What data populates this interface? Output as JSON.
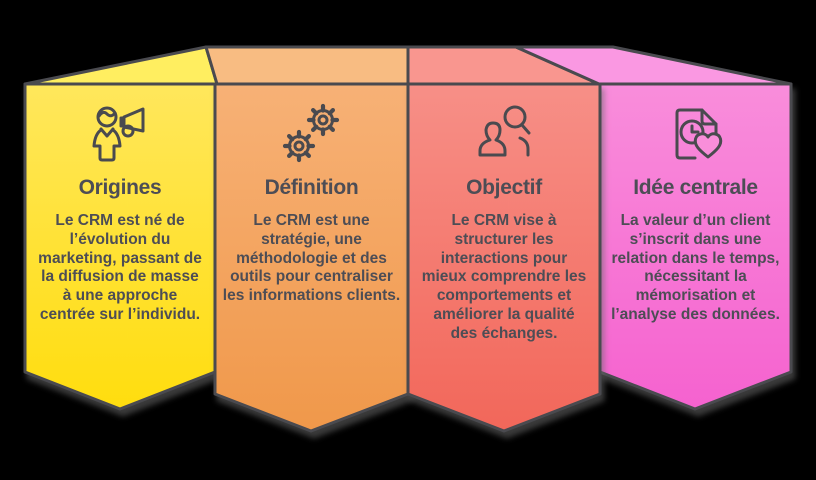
{
  "canvas": {
    "background": "#000000",
    "stroke": "#4a4a4f",
    "text_color": "#4d4d55"
  },
  "banners": [
    {
      "id": "origines",
      "title": "Origines",
      "description": "Le CRM est né de l’évolution du marketing, passant de la diffusion de masse à une approche centrée sur l’individu.",
      "icon": "woman-megaphone-icon",
      "colors": {
        "fold": "#ffee60",
        "top": "#ffe75c",
        "bottom": "#ffdd0e"
      }
    },
    {
      "id": "definition",
      "title": "Définition",
      "description": "Le CRM est une stratégie, une méthodologie et des outils pour centraliser les informations clients.",
      "icon": "gears-icon",
      "colors": {
        "fold": "#f8bc82",
        "top": "#f7b176",
        "bottom": "#f0984a"
      }
    },
    {
      "id": "objectif",
      "title": "Objectif",
      "description": "Le CRM vise à structurer les interactions pour mieux comprendre les comportements et améliorer la qualité des échanges.",
      "icon": "person-magnifier-icon",
      "colors": {
        "fold": "#f9968f",
        "top": "#f78f87",
        "bottom": "#f2675a"
      }
    },
    {
      "id": "idee-centrale",
      "title": "Idée centrale",
      "description": "La valeur d’un client s’inscrit dans une relation dans le temps, nécessitant la mémorisation et l’analyse des données.",
      "icon": "document-clock-heart-icon",
      "colors": {
        "fold": "#fa98e2",
        "top": "#f98ddb",
        "bottom": "#f562cf"
      }
    }
  ]
}
